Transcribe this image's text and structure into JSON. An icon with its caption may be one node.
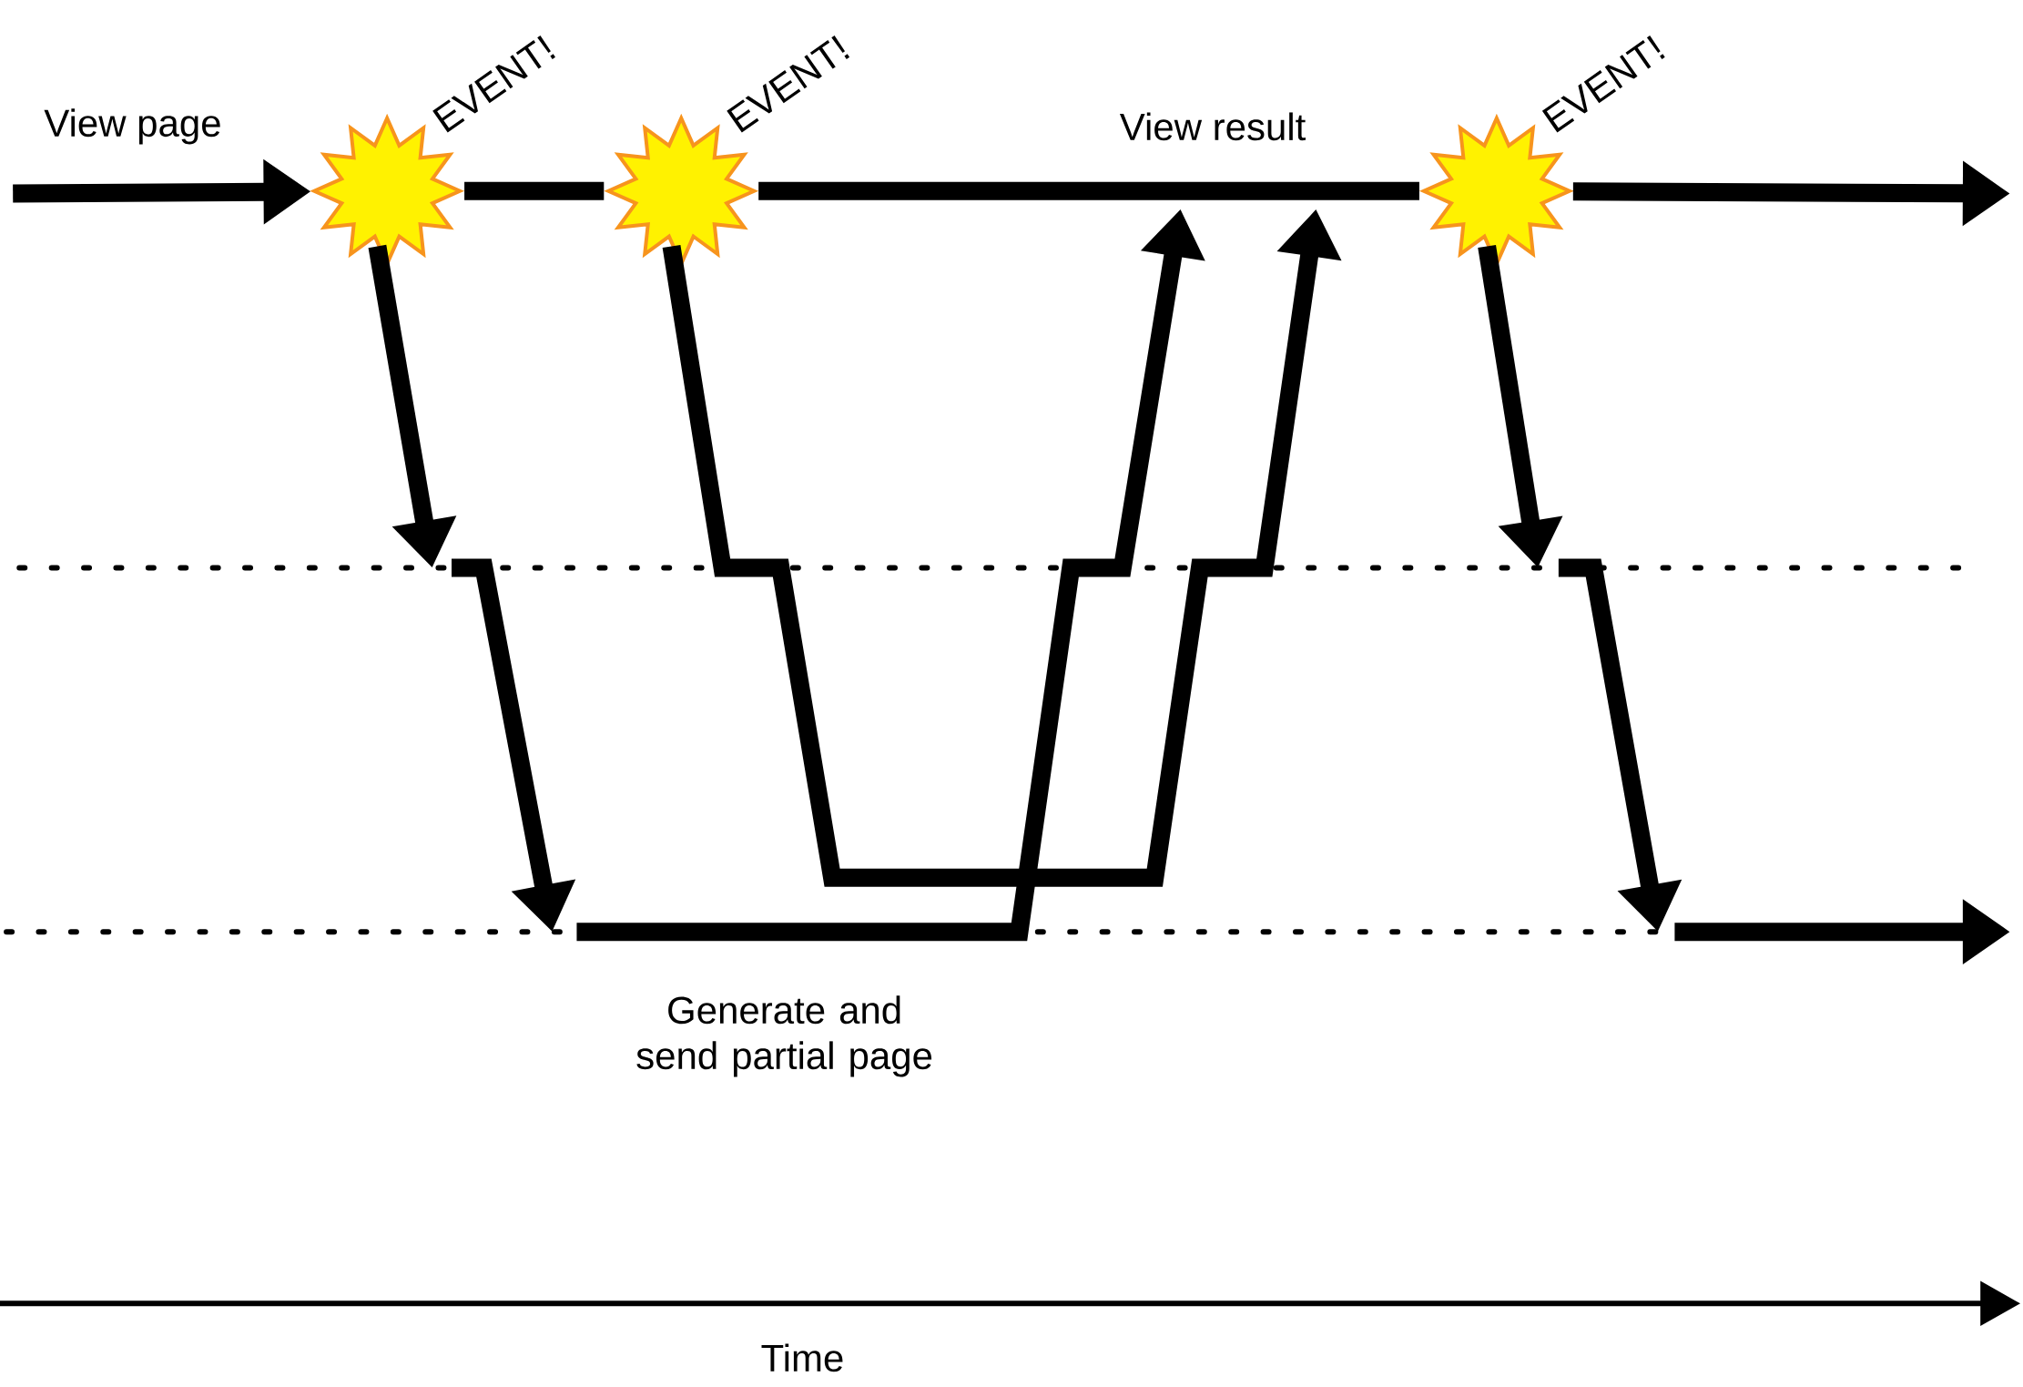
{
  "diagram": {
    "nodes": [
      {
        "text": [],
        "shape": "star",
        "beside": [
          "EVENT!"
        ]
      },
      {
        "text": [],
        "shape": "star",
        "beside": [
          "EVENT!"
        ]
      },
      {
        "text": [],
        "shape": "star",
        "beside": [
          "EVENT!"
        ]
      }
    ],
    "edges": [
      {
        "from": null,
        "to": 0,
        "arrow": "to"
      },
      {
        "from": 0,
        "to": 1,
        "arrow": "none"
      },
      {
        "from": 1,
        "to": 2,
        "arrow": "none"
      },
      {
        "from": 2,
        "to": null,
        "arrow": "to"
      },
      {
        "from": 0,
        "to": null,
        "arrow": "to"
      },
      {
        "from": 1,
        "to": null,
        "arrow": "to"
      },
      {
        "from": 2,
        "to": null,
        "arrow": "to"
      }
    ],
    "labels": [
      "View page",
      "View result",
      "Generate and send partial page",
      "Time"
    ]
  }
}
